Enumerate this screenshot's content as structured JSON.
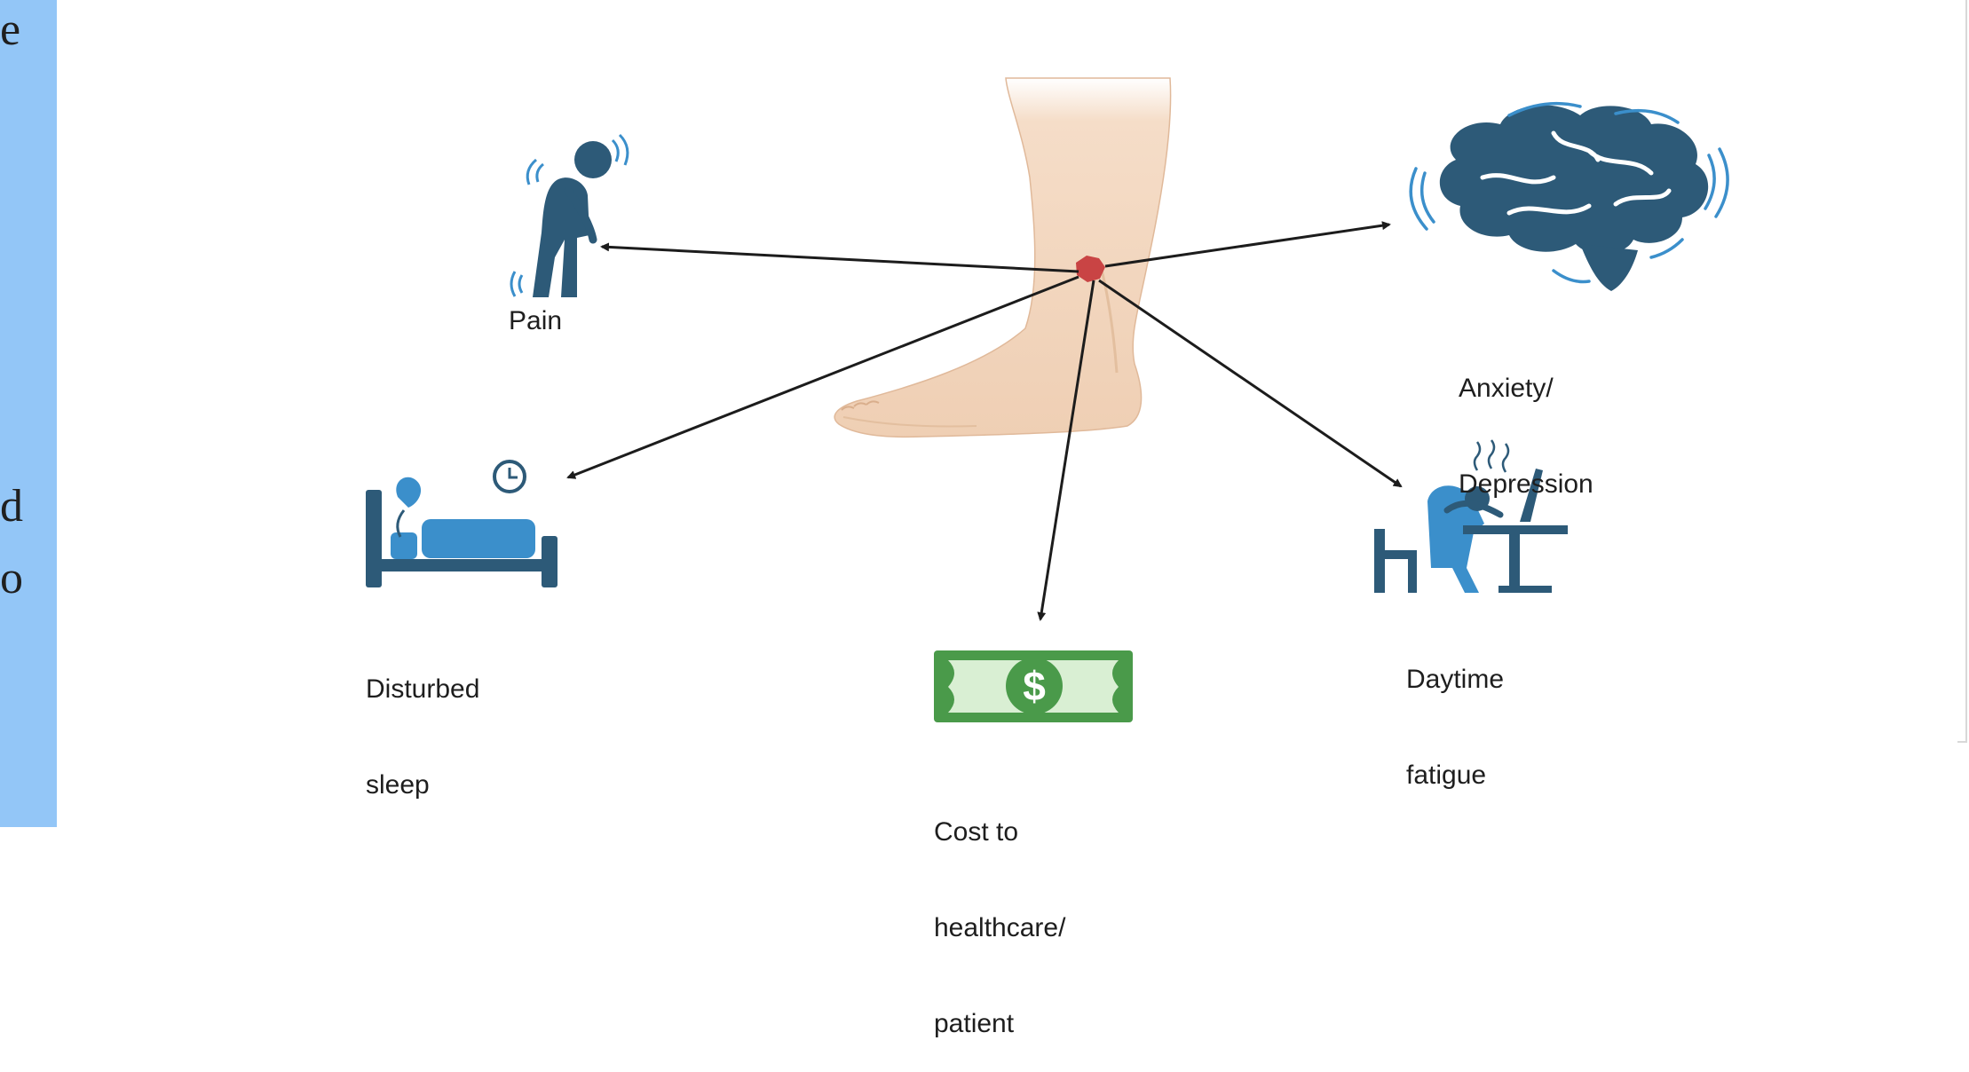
{
  "left_strip": {
    "fragments": [
      "e",
      "d",
      "o"
    ],
    "color": "#93c6f7"
  },
  "diagram": {
    "center": "ulcerated-leg",
    "arrow_color": "#1c1c1c",
    "icon_color_dark": "#2d5a78",
    "icon_color_light": "#3b8fcb",
    "money_color": "#4a9a4a",
    "wound_color": "#c94444",
    "labels": {
      "pain": "Pain",
      "anxiety_line1": "Anxiety/",
      "anxiety_line2": "Depression",
      "sleep_line1": "Disturbed",
      "sleep_line2": "sleep",
      "fatigue_line1": "Daytime",
      "fatigue_line2": "fatigue",
      "cost_line1": "Cost to",
      "cost_line2": "healthcare/",
      "cost_line3": "patient"
    },
    "money_symbol": "$"
  }
}
